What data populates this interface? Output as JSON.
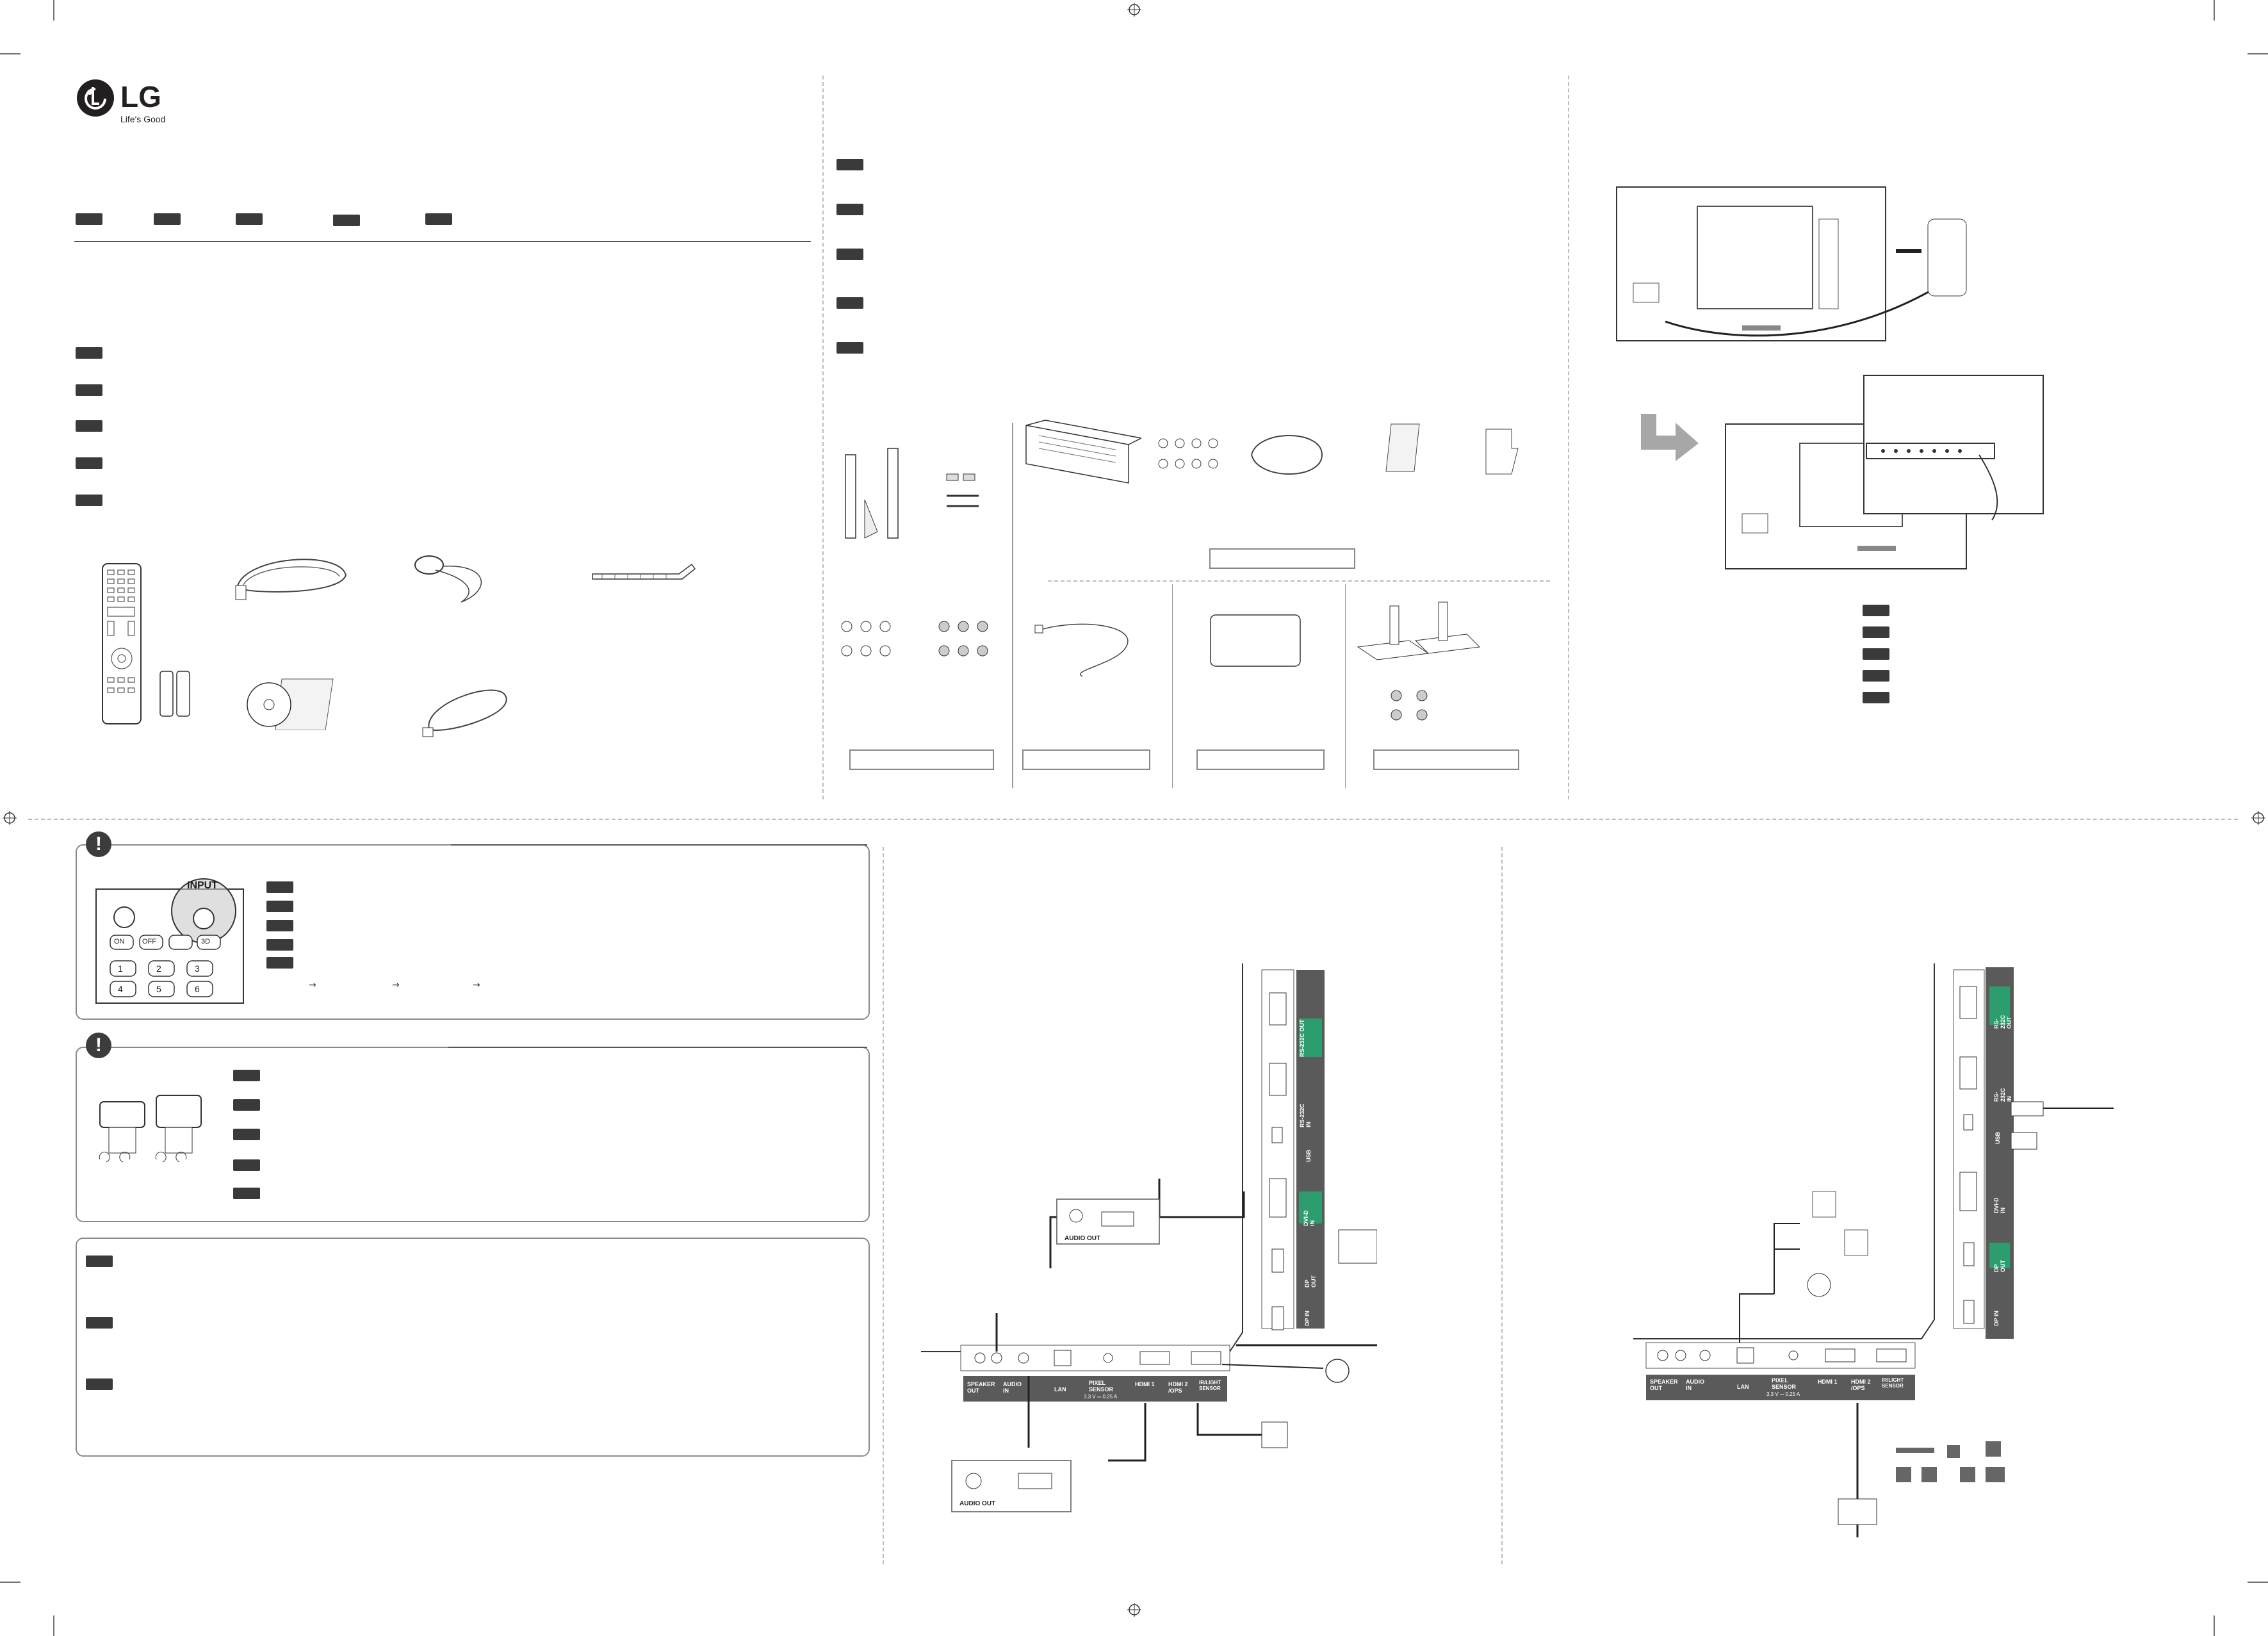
{
  "brand": {
    "logo_letters": "LG",
    "name": "LG",
    "tagline": "Life's Good"
  },
  "callouts": {
    "input_key_label": "INPUT",
    "remote_keys": [
      "ON",
      "OFF",
      "3D",
      "1",
      "2",
      "3",
      "4",
      "5",
      "6"
    ],
    "input_sequence_arrows": [
      "→",
      "→",
      "→"
    ],
    "warning_glyph": "!"
  },
  "rear_panel": {
    "audio_out_label": "AUDIO OUT",
    "bottom_ports": [
      "SPEAKER OUT",
      "AUDIO IN",
      "LAN",
      "PIXEL SENSOR",
      "HDMI 1",
      "HDMI 2 /OPS",
      "IR/LIGHT SENSOR"
    ],
    "pixel_sensor_spec": "3.3 V ⎓ 0.25 A",
    "side_ports": [
      "RS-232C OUT",
      "RS-232C IN",
      "USB",
      "DVI-D IN",
      "DP OUT",
      "DP IN"
    ]
  },
  "colors": {
    "tab": "#3a3a3a",
    "port_strip": "#5a5a5a",
    "port_highlight": "#2d9c6e",
    "arrow_gray": "#a7a7a7"
  }
}
